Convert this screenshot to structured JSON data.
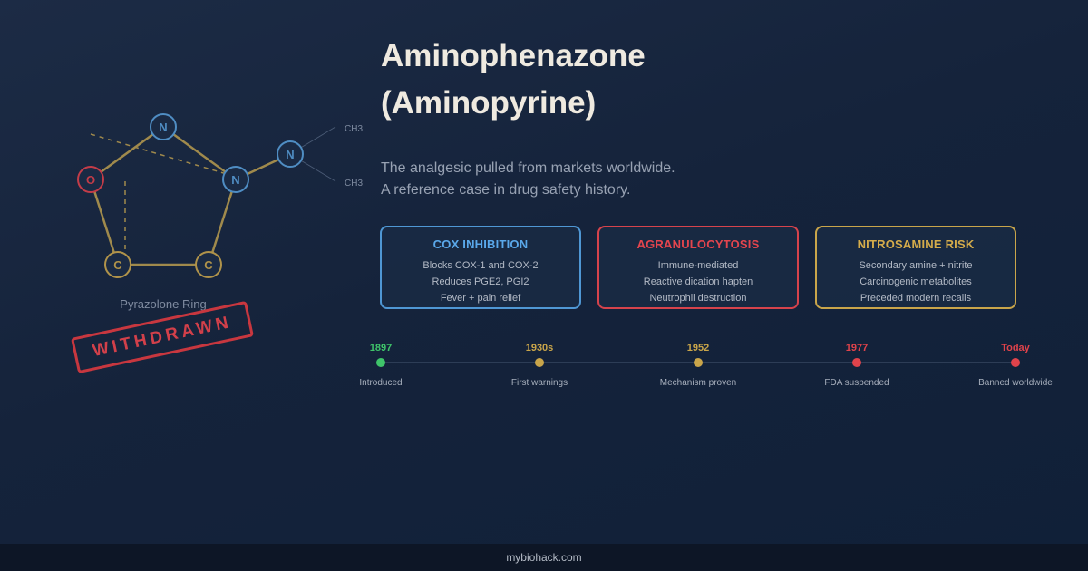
{
  "molecule": {
    "atoms": [
      {
        "symbol": "N",
        "color": "#4f8dc3"
      },
      {
        "symbol": "N",
        "color": "#4f8dc3"
      },
      {
        "symbol": "C",
        "color": "#b0934a"
      },
      {
        "symbol": "C",
        "color": "#b0934a"
      },
      {
        "symbol": "O",
        "color": "#c33c48"
      },
      {
        "symbol": "N",
        "color": "#4f8dc3"
      }
    ],
    "substituents": [
      "CH3",
      "CH3"
    ],
    "ring_label": "Pyrazolone Ring",
    "stamp": "WITHDRAWN"
  },
  "header": {
    "title_line1": "Aminophenazone",
    "title_line2": "(Aminopyrine)",
    "subtitle_line1": "The analgesic pulled from markets worldwide.",
    "subtitle_line2": "A reference case in drug safety history."
  },
  "cards": [
    {
      "title": "COX INHIBITION",
      "color": "#4f97d4",
      "lines": [
        "Blocks COX-1 and COX-2",
        "Reduces PGE2, PGI2",
        "Fever + pain relief"
      ]
    },
    {
      "title": "AGRANULOCYTOSIS",
      "color": "#d6434c",
      "lines": [
        "Immune-mediated",
        "Reactive dication hapten",
        "Neutrophil destruction"
      ]
    },
    {
      "title": "NITROSAMINE RISK",
      "color": "#c9a54a",
      "lines": [
        "Secondary amine + nitrite",
        "Carcinogenic metabolites",
        "Preceded modern recalls"
      ]
    }
  ],
  "timeline": [
    {
      "year": "1897",
      "label": "Introduced",
      "color": "#3fc46a"
    },
    {
      "year": "1930s",
      "label": "First warnings",
      "color": "#c9a54a"
    },
    {
      "year": "1952",
      "label": "Mechanism proven",
      "color": "#c9a54a"
    },
    {
      "year": "1977",
      "label": "FDA suspended",
      "color": "#e0434b"
    },
    {
      "year": "Today",
      "label": "Banned worldwide",
      "color": "#e0434b"
    }
  ],
  "footer": {
    "text": "mybiohack.com"
  }
}
